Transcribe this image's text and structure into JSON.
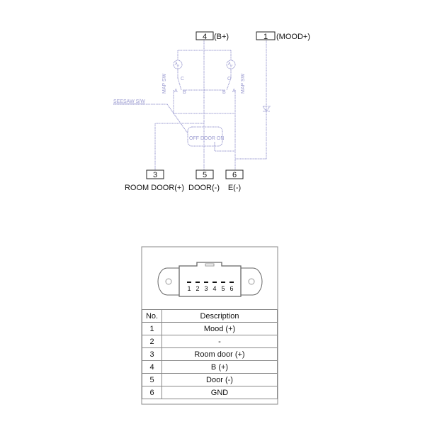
{
  "schematic": {
    "pins": [
      {
        "no": "4",
        "label": "(B+)"
      },
      {
        "no": "1",
        "label": "(MOOD+)"
      },
      {
        "no": "3",
        "label": "ROOM DOOR(+)"
      },
      {
        "no": "5",
        "label": "DOOR(-)"
      },
      {
        "no": "6",
        "label": "E(-)"
      }
    ],
    "seesaw_label": "SEESAW S/W",
    "map_sw_label": "MAP SW",
    "switch_positions": "OFF DOOR ON",
    "terminal_a": "A",
    "terminal_b": "B",
    "terminal_c": "C"
  },
  "connector": {
    "pin_numbers": [
      "1",
      "2",
      "3",
      "4",
      "5",
      "6"
    ]
  },
  "table": {
    "headers": [
      "No.",
      "Description"
    ],
    "rows": [
      [
        "1",
        "Mood (+)"
      ],
      [
        "2",
        "-"
      ],
      [
        "3",
        "Room door (+)"
      ],
      [
        "4",
        "B (+)"
      ],
      [
        "5",
        "Door (-)"
      ],
      [
        "6",
        "GND"
      ]
    ]
  }
}
